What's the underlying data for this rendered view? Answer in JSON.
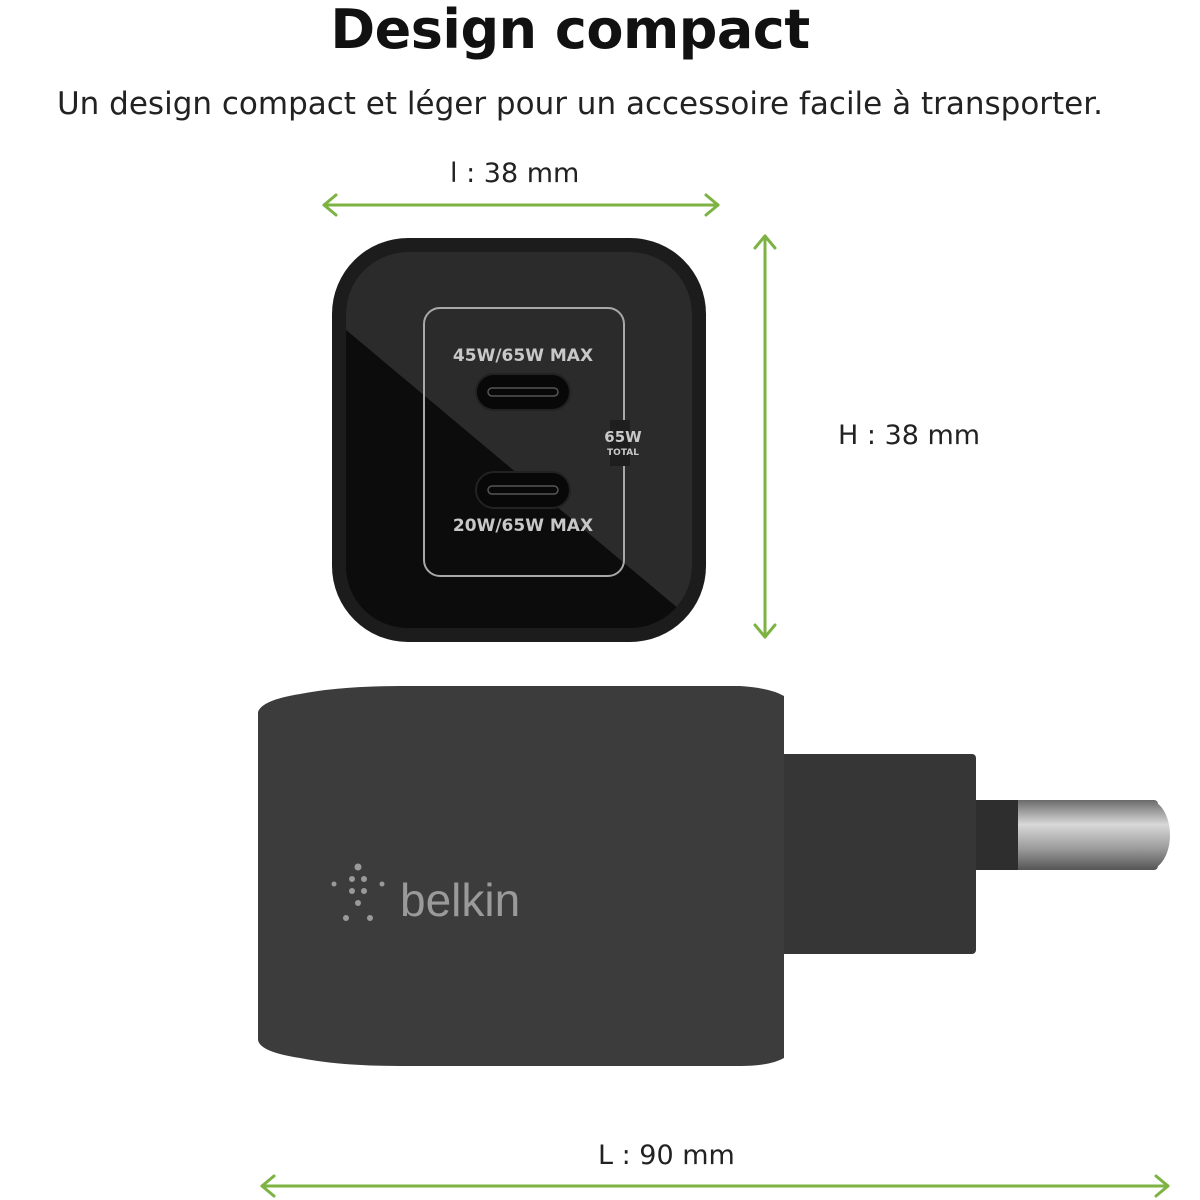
{
  "header": {
    "title": "Design compact",
    "subtitle": "Un design compact et léger pour un accessoire facile à transporter."
  },
  "dimensions": {
    "width_label": "l : 38 mm",
    "height_label": "H : 38 mm",
    "length_label": "L : 90 mm"
  },
  "product_front": {
    "port1_label": "45W/65W MAX",
    "port2_label": "20W/65W MAX",
    "total_watts": "65W",
    "total_label": "TOTAL"
  },
  "product_side": {
    "brand": "belkin"
  },
  "colors": {
    "arrow": "#7cb342",
    "body": "#3a3a3a",
    "front_dark": "#141414",
    "front_light": "#2a2a2a"
  }
}
